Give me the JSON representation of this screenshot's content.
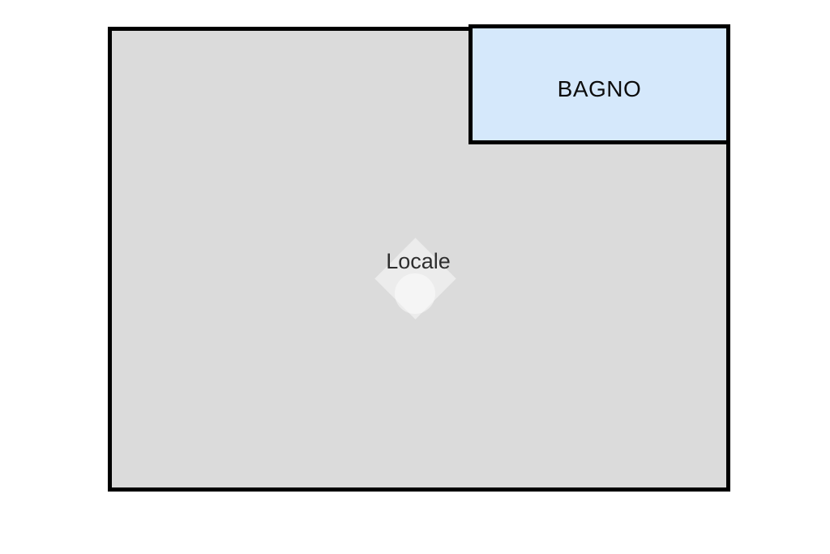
{
  "floorplan": {
    "rooms": {
      "main": {
        "label": "Locale"
      },
      "bathroom": {
        "label": "BAGNO"
      }
    },
    "colors": {
      "background": "#ffffff",
      "wall": "#000000",
      "main_room_fill": "#dbdbdb",
      "bathroom_fill": "#d5e8fb",
      "main_label_color": "#2e2e2e",
      "bathroom_label_color": "#0d0d0d",
      "watermark_fill": "rgba(255,255,255,0.48)"
    },
    "watermark": {
      "shape": "diamond-and-circle"
    }
  }
}
